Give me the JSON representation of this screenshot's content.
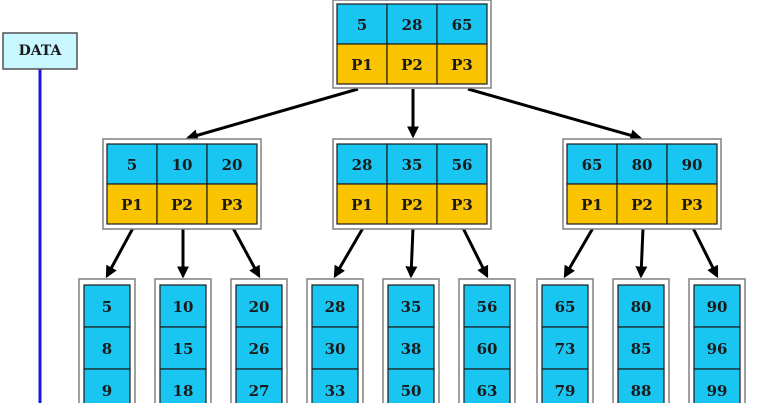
{
  "data_label": "DATA",
  "colors": {
    "key_cell": "#19c6f2",
    "pointer_cell": "#fbc400",
    "data_line": "#1818e0",
    "data_box": "#c9f7ff"
  },
  "root": {
    "keys": [
      "5",
      "28",
      "65"
    ],
    "pointers": [
      "P1",
      "P2",
      "P3"
    ]
  },
  "internal_nodes": [
    {
      "keys": [
        "5",
        "10",
        "20"
      ],
      "pointers": [
        "P1",
        "P2",
        "P3"
      ]
    },
    {
      "keys": [
        "28",
        "35",
        "56"
      ],
      "pointers": [
        "P1",
        "P2",
        "P3"
      ]
    },
    {
      "keys": [
        "65",
        "80",
        "90"
      ],
      "pointers": [
        "P1",
        "P2",
        "P3"
      ]
    }
  ],
  "leaf_nodes": [
    [
      "5",
      "8",
      "9"
    ],
    [
      "10",
      "15",
      "18"
    ],
    [
      "20",
      "26",
      "27"
    ],
    [
      "28",
      "30",
      "33"
    ],
    [
      "35",
      "38",
      "50"
    ],
    [
      "56",
      "60",
      "63"
    ],
    [
      "65",
      "73",
      "79"
    ],
    [
      "80",
      "85",
      "88"
    ],
    [
      "90",
      "96",
      "99"
    ]
  ]
}
